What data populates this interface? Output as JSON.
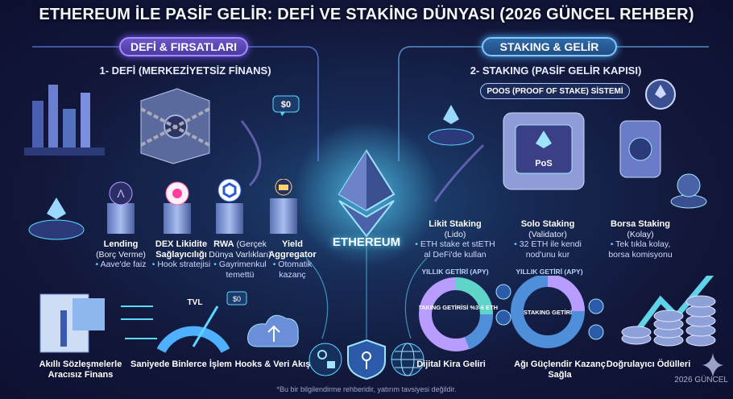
{
  "title": "ETHEREUM İLE PASİF GELİR: DEFİ VE STAKİNG DÜNYASI (2026 GÜNCEL REHBER)",
  "colors": {
    "background": "#12173a",
    "defi_accent": "#7c5cff",
    "staking_accent": "#4fb0ff",
    "cyan": "#4fd3ff"
  },
  "center": {
    "label": "ETHEREUM",
    "icon": "ethereum-diamond-icon"
  },
  "defi": {
    "badge": "DEFİ & FIRSATLARI",
    "heading": "1- DEFİ (MERKEZİYETSİZ FİNANS)",
    "vault_bubble": "$0",
    "items": [
      {
        "title": "Lending",
        "subtitle": "(Borç Verme)",
        "bullet": "Aave'de faiz",
        "icon": "aave-icon"
      },
      {
        "title": "DEX Likidite Sağlayıcılığı",
        "subtitle": "",
        "bullet": "Hook stratejisi",
        "icon": "uniswap-icon"
      },
      {
        "title": "RWA",
        "subtitle": "(Gerçek Dünya Varlıkları)",
        "bullet": "Gayrimenkul temettü",
        "icon": "chainlink-icon"
      },
      {
        "title": "Yield Aggregator",
        "subtitle": "",
        "bullet": "Otomatik kazanç",
        "icon": "bank-icon"
      }
    ],
    "gauge_label": "TVL",
    "gauge_bubble": "$0",
    "bottom": [
      "Akıllı Sözleşmelerle Aracısız Finans",
      "Saniyede Binlerce İşlem",
      "Hooks & Veri Akışı"
    ]
  },
  "staking": {
    "badge": "STAKING & GELİR",
    "heading": "2- STAKING (PASİF GELİR KAPISI)",
    "system": "POOS (PROOF OF STAKE) SİSTEMİ",
    "node_label": "PoS",
    "items": [
      {
        "title": "Likit Staking",
        "subtitle": "(Lido)",
        "bullet": "ETH stake et stETH al DeFi'de kullan"
      },
      {
        "title": "Solo Staking",
        "subtitle": "(Validator)",
        "bullet": "32 ETH ile kendi nod'unu kur"
      },
      {
        "title": "Borsa Staking",
        "subtitle": "(Kolay)",
        "bullet": "Tek tıkla kolay, borsa komisyonu"
      }
    ],
    "apy": [
      {
        "label": "YILLIK GETİRİ (APY)",
        "center": "STAKING GETİRİSİ %3-6 ETH"
      },
      {
        "label": "YILLIK GETİRİ (APY)",
        "center": "STAKING GETİRİ"
      }
    ],
    "bottom": [
      "Dijital Kira Geliri",
      "Ağı Güçlendir Kazanç Sağla",
      "Doğrulayıcı Ödülleri"
    ]
  },
  "security_icons": [
    "key-lock-icon",
    "shield-key-icon",
    "globe-icon"
  ],
  "footnote": "*Bu bir bilgilendirme rehberidir, yatırım tavsiyesi değildir.",
  "version": "2026 GÜNCEL"
}
